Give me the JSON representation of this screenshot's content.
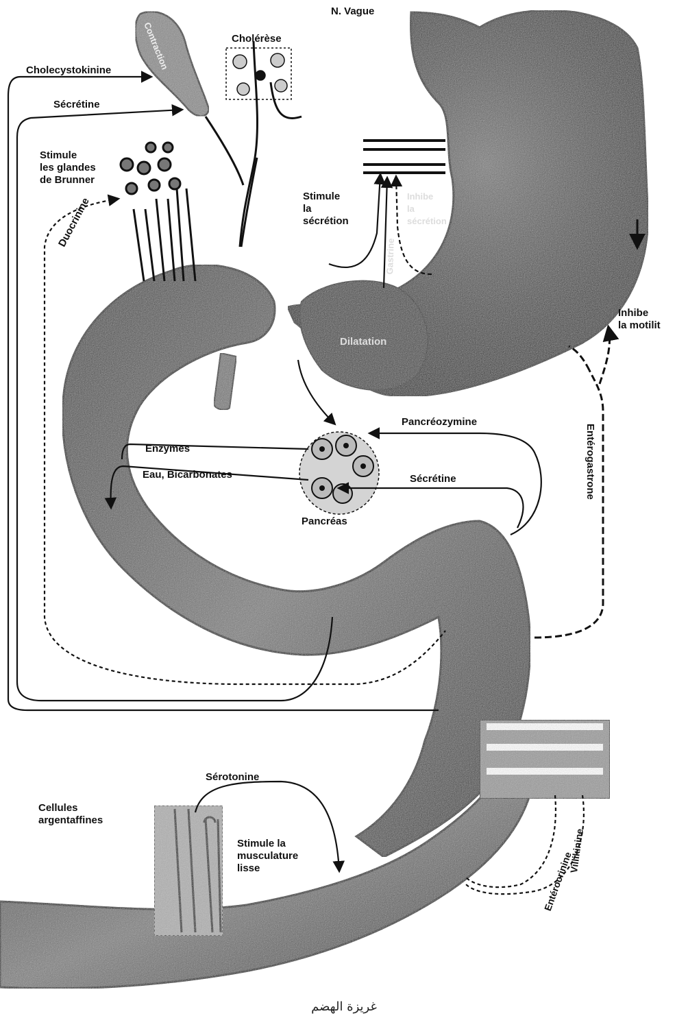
{
  "labels": {
    "vagus": "N. Vague",
    "cholerese": "Cholérèse",
    "cholecystokinine": "Cholecystokinine",
    "contraction": "Contraction",
    "secretine_top": "Sécrétine",
    "brunner": "Stimule\nles glandes\nde Brunner",
    "duocrinine": "Duocrinine",
    "stimule_secretion": "Stimule\nla\nsécrétion",
    "inhibe_secretion": "Inhibe\nla\nsécrétion",
    "gastrine": "Gastrine",
    "dilatation": "Dilatation",
    "inhibe_motilite": "Inhibe\nla motilit",
    "enzymes": "Enzymes",
    "eau_bicarbonates": "Eau, Bicarbonates",
    "pancreozymine": "Pancréozymine",
    "secretine_mid": "Sécrétine",
    "pancreas": "Pancréas",
    "enterogastrone": "Entérogastrone",
    "serotonine": "Sérotonine",
    "cellules_argentaffines": "Cellules\nargentaffines",
    "stimule_musculature": "Stimule la\nmusculature\nlisse",
    "villikinine": "Villikinine",
    "enterocrinine": "Entérocrinine"
  },
  "caption": "غريزة الهضم",
  "colors": {
    "ink": "#111111",
    "organ_dark": "#2a2a2a",
    "organ_mid": "#6a6a6a",
    "organ_light": "#a8a8a8",
    "paper": "#ffffff"
  }
}
